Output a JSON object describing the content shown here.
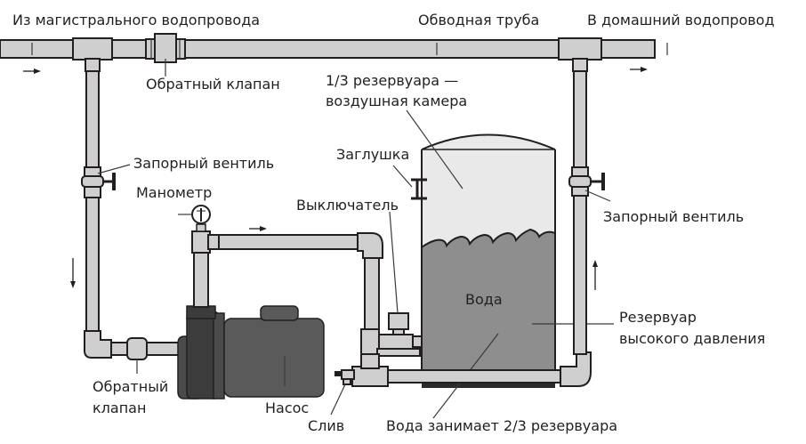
{
  "title": "Схема подключения насосной станции с резервуаром высокого давления",
  "colors": {
    "pipe": "#cfcfcf",
    "outline": "#231f20",
    "air": "#e9e9e9",
    "water": "#8e8e8e",
    "pump": "#5a5a5a",
    "pump_dark": "#3c3c3c",
    "base": "#2a2a2a"
  },
  "labels": {
    "main_supply": "Из магистрального водопровода",
    "bypass_pipe": "Обводная труба",
    "home_supply": "В домашний водопровод",
    "check_valve_top": "Обратный клапан",
    "air_chamber_line1": "1/3 резервуара —",
    "air_chamber_line2": "воздушная камера",
    "plug": "Заглушка",
    "shutoff_valve_left": "Запорный вентиль",
    "pressure_gauge": "Манометр",
    "switch": "Выключатель",
    "shutoff_valve_right": "Запорный вентиль",
    "water": "Вода",
    "tank_line1": "Резервуар",
    "tank_line2": "высокого давления",
    "check_valve_bottom_line1": "Обратный",
    "check_valve_bottom_line2": "клапан",
    "pump": "Насос",
    "drain": "Слив",
    "water_fill": "Вода занимает 2/3 резервуара"
  },
  "icons": {
    "flow_arrow": "arrow-icon",
    "gauge": "pressure-gauge-icon",
    "valve_handle": "valve-handle-icon"
  },
  "tank_fill": {
    "water_fraction": 0.667,
    "air_fraction": 0.333
  }
}
